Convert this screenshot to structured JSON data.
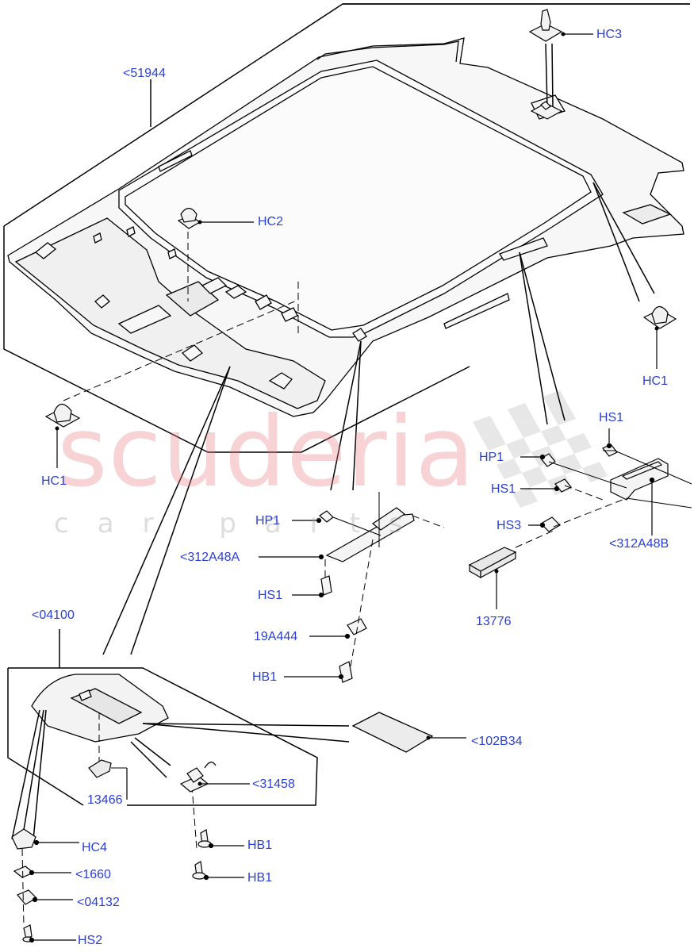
{
  "watermark": {
    "brand": "scuderia",
    "tagline": "car parts"
  },
  "colors": {
    "callout_text": "#2a3fd6",
    "line": "#000000",
    "part_fill": "#f4f4f4",
    "watermark_red": "#e87882",
    "watermark_checker": "#cccccc"
  },
  "callouts": {
    "headlining": "<51944",
    "hc3": "HC3",
    "hc2": "HC2",
    "hc1_right": "HC1",
    "hc1_left": "HC1",
    "hs1_right_top": "HS1",
    "hp1_right": "HP1",
    "hs1_right": "HS1",
    "hs3": "HS3",
    "bracket_right": "<312A48B",
    "lamp": "13776",
    "hp1_left": "HP1",
    "bracket_left": "<312A48A",
    "hs1_left": "HS1",
    "part_19a444": "19A444",
    "hb1_center": "HB1",
    "sunvisor": "<04100",
    "mirror_cover": "<102B34",
    "visor_bracket": "<31458",
    "visor_lamp": "13466",
    "hc4": "HC4",
    "part_1660": "<1660",
    "part_04132": "<04132",
    "hs2": "HS2",
    "hb1_lower_1": "HB1",
    "hb1_lower_2": "HB1"
  }
}
